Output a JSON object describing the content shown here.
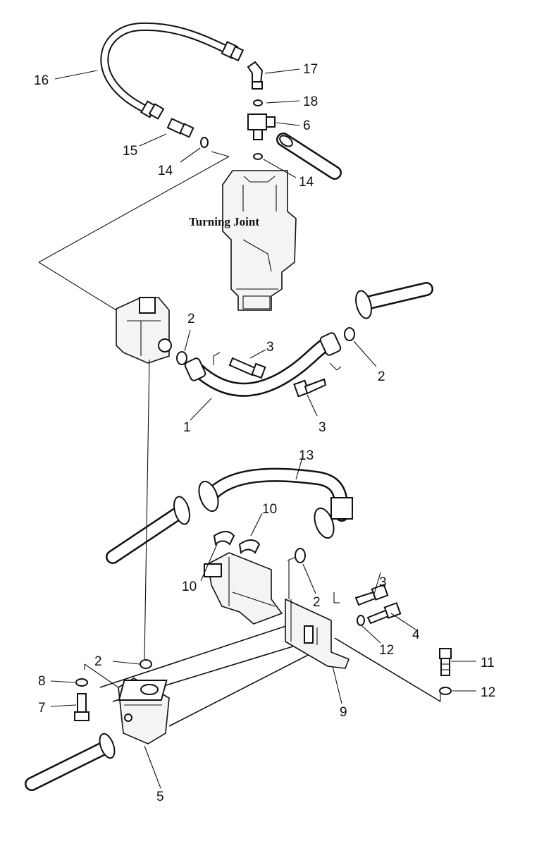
{
  "diagram": {
    "component_label": "Turning Joint",
    "callouts": [
      {
        "id": "c16",
        "text": "16"
      },
      {
        "id": "c17",
        "text": "17"
      },
      {
        "id": "c18",
        "text": "18"
      },
      {
        "id": "c6",
        "text": "6"
      },
      {
        "id": "c15",
        "text": "15"
      },
      {
        "id": "c14a",
        "text": "14"
      },
      {
        "id": "c14b",
        "text": "14"
      },
      {
        "id": "c2a",
        "text": "2"
      },
      {
        "id": "c3a",
        "text": "3"
      },
      {
        "id": "c2b",
        "text": "2"
      },
      {
        "id": "c1",
        "text": "1"
      },
      {
        "id": "c3b",
        "text": "3"
      },
      {
        "id": "c13",
        "text": "13"
      },
      {
        "id": "c10a",
        "text": "10"
      },
      {
        "id": "c10b",
        "text": "10"
      },
      {
        "id": "c3c",
        "text": "3"
      },
      {
        "id": "c2c",
        "text": "2"
      },
      {
        "id": "c4",
        "text": "4"
      },
      {
        "id": "c12a",
        "text": "12"
      },
      {
        "id": "c11",
        "text": "11"
      },
      {
        "id": "c12b",
        "text": "12"
      },
      {
        "id": "c2d",
        "text": "2"
      },
      {
        "id": "c8",
        "text": "8"
      },
      {
        "id": "c7",
        "text": "7"
      },
      {
        "id": "c9",
        "text": "9"
      },
      {
        "id": "c5",
        "text": "5"
      }
    ]
  }
}
